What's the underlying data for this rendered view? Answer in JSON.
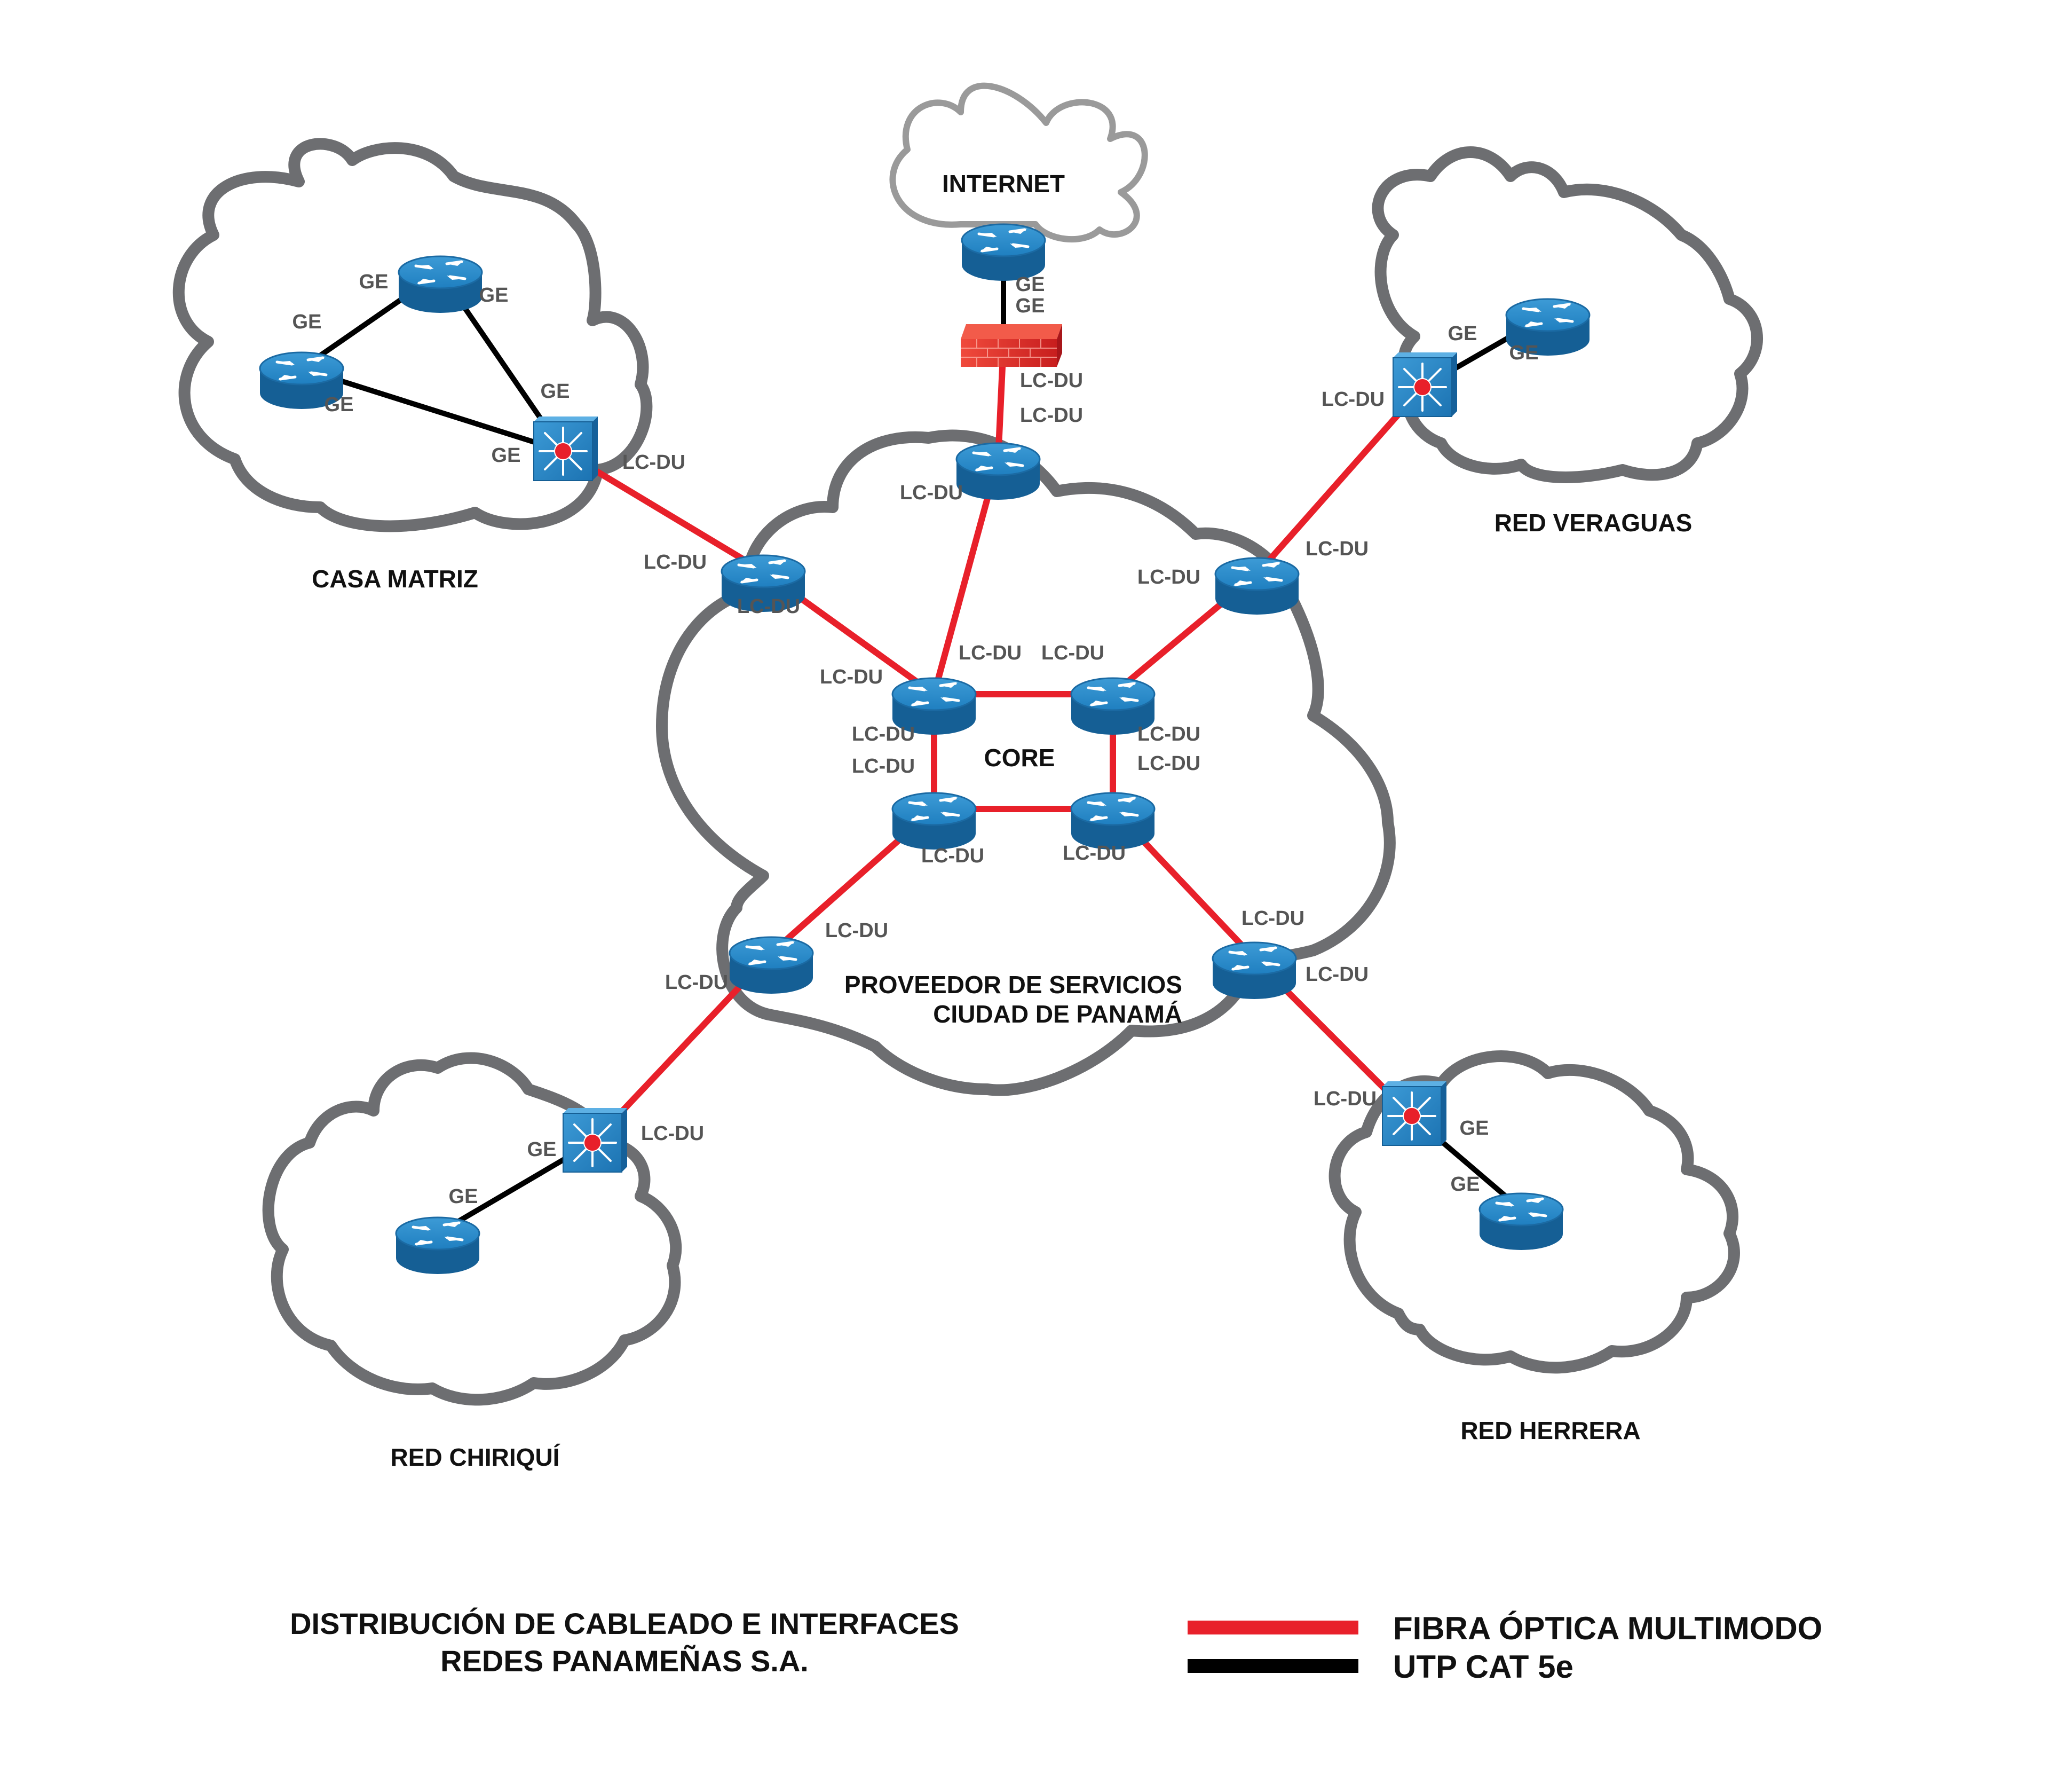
{
  "title": {
    "line1": "DISTRIBUCIÓN DE CABLEADO E INTERFACES",
    "line2": "REDES PANAMEÑAS S.A."
  },
  "legend": [
    {
      "label": "FIBRA ÓPTICA MULTIMODO",
      "color": "#e8202a"
    },
    {
      "label": "UTP CAT 5e",
      "color": "#000000"
    }
  ],
  "colors": {
    "fiber": "#e8202a",
    "utp": "#000000",
    "cloud_outline": "#6d6e71",
    "internet_cloud_outline": "#9a9a9a",
    "router": "#1a78b8",
    "firewall": "#e3322b",
    "switch_center": "#e8202a"
  },
  "clouds": {
    "internet": "INTERNET",
    "casa_matriz": "CASA MATRIZ",
    "veraguas": "RED VERAGUAS",
    "chiriqui": "RED CHIRIQUÍ",
    "herrera": "RED HERRERA",
    "core": "CORE",
    "provider_line1": "PROVEEDOR DE SERVICIOS",
    "provider_line2": "CIUDAD DE PANAMÁ"
  },
  "icons": {
    "router": "router-icon",
    "switch": "multilayer-switch-icon",
    "firewall": "firewall-icon"
  },
  "interfaces": {
    "ge": "GE",
    "lcdu": "LC-DU"
  }
}
